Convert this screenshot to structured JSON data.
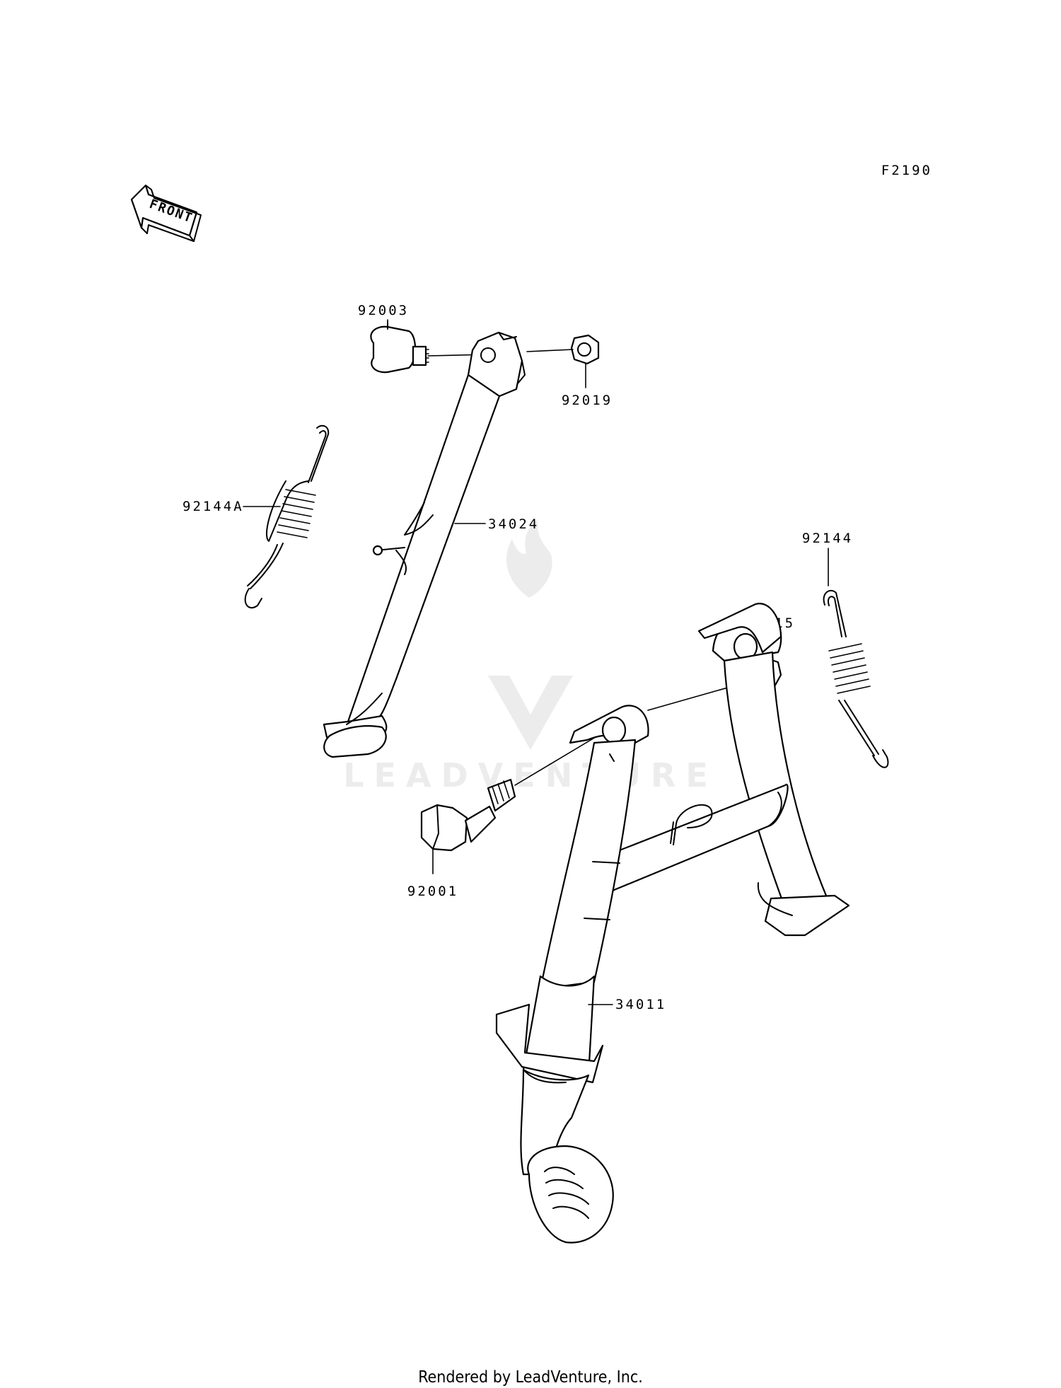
{
  "diagram_code": "F2190",
  "front_label": "FRONT",
  "watermark": "LEADVENTURE",
  "parts": {
    "bolt_92003": "92003",
    "nut_92019": "92019",
    "spring_92144A": "92144A",
    "side_stand_34024": "34024",
    "spring_92144": "92144",
    "nut_92015": "92015",
    "bolt_92001": "92001",
    "main_stand_34011": "34011"
  },
  "footer": "Rendered by LeadVenture, Inc.",
  "colors": {
    "line": "#000000",
    "background": "#ffffff",
    "watermark": "#ececec"
  }
}
